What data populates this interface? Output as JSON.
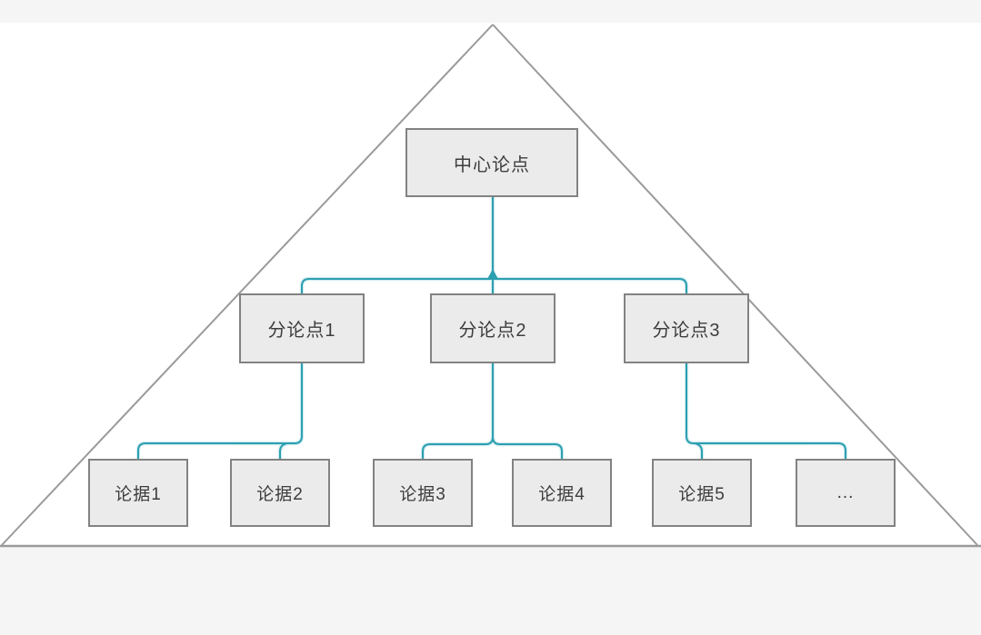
{
  "colors": {
    "connector_color": "#2d9fb0",
    "connector_glow": "#c4e7ed",
    "outline_color": "#9a9a9c",
    "box_fill": "#ebebeb",
    "box_border": "#828282",
    "text_color": "#3d3d3d",
    "bg_canvas": "#ffffff",
    "bg_strip": "#f5f5f6"
  },
  "pyramid": {
    "center": {
      "label": "中心论点"
    },
    "sub_points": [
      {
        "label": "分论点1"
      },
      {
        "label": "分论点2"
      },
      {
        "label": "分论点3"
      }
    ],
    "evidence": [
      {
        "label": "论据1"
      },
      {
        "label": "论据2"
      },
      {
        "label": "论据3"
      },
      {
        "label": "论据4"
      },
      {
        "label": "论据5"
      },
      {
        "label": "..."
      }
    ]
  }
}
